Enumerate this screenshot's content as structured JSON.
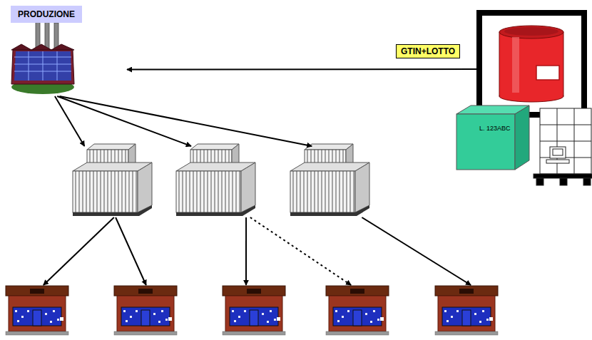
{
  "diagram": {
    "nodes": [
      {
        "text": [
          "PRODUZIONE"
        ]
      },
      {
        "text": []
      },
      {
        "text": [
          "L. 123ABC"
        ]
      },
      {
        "text": []
      },
      {
        "text": []
      },
      {
        "text": []
      },
      {
        "text": []
      },
      {
        "text": []
      },
      {
        "text": []
      },
      {
        "text": []
      },
      {
        "text": []
      }
    ],
    "edges": [
      {
        "from": 1,
        "to": 0,
        "label": "GTIN+LOTTO",
        "arrow": "to"
      },
      {
        "from": 0,
        "to": 3,
        "arrow": "to"
      },
      {
        "from": 0,
        "to": 4,
        "arrow": "to"
      },
      {
        "from": 0,
        "to": 5,
        "arrow": "to"
      },
      {
        "from": 3,
        "to": 6,
        "arrow": "to"
      },
      {
        "from": 3,
        "to": 7,
        "arrow": "to"
      },
      {
        "from": 4,
        "to": 8,
        "arrow": "to"
      },
      {
        "from": 4,
        "to": 9,
        "arrow": "to"
      },
      {
        "from": 5,
        "to": 10,
        "arrow": "to"
      }
    ]
  }
}
